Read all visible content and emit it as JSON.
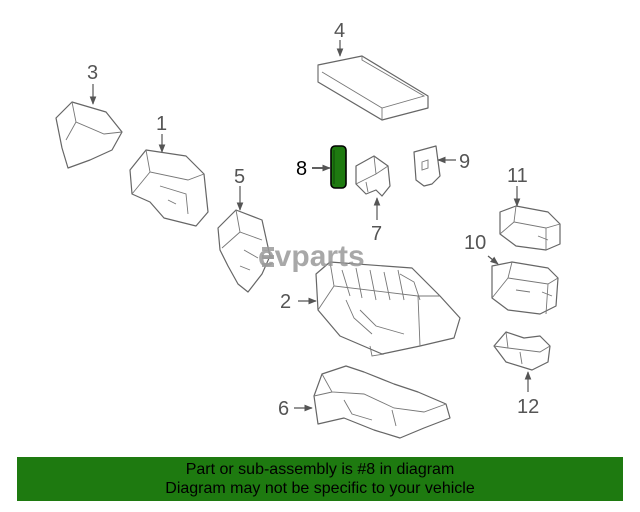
{
  "watermark": "evparts",
  "callouts": [
    {
      "id": "1",
      "label": "1"
    },
    {
      "id": "2",
      "label": "2"
    },
    {
      "id": "3",
      "label": "3"
    },
    {
      "id": "4",
      "label": "4"
    },
    {
      "id": "5",
      "label": "5"
    },
    {
      "id": "6",
      "label": "6"
    },
    {
      "id": "7",
      "label": "7"
    },
    {
      "id": "8",
      "label": "8"
    },
    {
      "id": "9",
      "label": "9"
    },
    {
      "id": "10",
      "label": "10"
    },
    {
      "id": "11",
      "label": "11"
    },
    {
      "id": "12",
      "label": "12"
    }
  ],
  "highlighted_part": "8",
  "colors": {
    "highlight": "#1e7a10",
    "banner": "#1e7a10",
    "line": "#666666"
  },
  "banner": {
    "line1": "Part or sub-assembly is #8 in diagram",
    "line2": "Diagram may not be specific to your vehicle"
  }
}
